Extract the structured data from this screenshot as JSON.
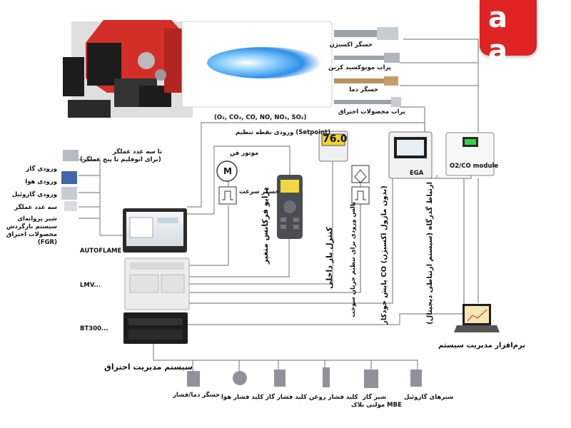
{
  "logo": {
    "letters": "a a"
  },
  "burner_outputs": {
    "oxygen_sensor": "حسگر اکسیژن",
    "co_probe": "پراب مونوکسید کربن",
    "temp_sensor": "حسگر دما",
    "flue_probe": "پراب محصولات احتراق"
  },
  "gas_formula": "(O₂, CO₂, CO, NO, NO₂, SO₂)",
  "setpoint_input": "ورودی نقطه تنظیم (Setpoint)",
  "setpoint_display": "76.0",
  "fan_motor": "موتور فن",
  "motor_symbol": "M",
  "speed_sensor": "حسگر سرعت",
  "ega_label": "EGA",
  "o2co_module": "O2/CO module",
  "actuators": {
    "title": "تا سه عدد عملگر",
    "subtitle": "(برای انوفلیم تا پنج عملگر)",
    "items": [
      "ورودی گاز",
      "ورودی هوا",
      "ورودی گازوئیل",
      "سه عدد عملگر"
    ],
    "fgr": [
      "شیر پروانه‌ای",
      "سیستم بازگردش",
      "محصولات احتراق",
      "(FGR)"
    ]
  },
  "controllers": [
    "AUTOFLAME",
    "LMV...",
    "BT300..."
  ],
  "vertical_labels": {
    "vfd": "درایو فرکانس متغیر",
    "internal_load": "کنترل بار داخلی",
    "fuel_flow": "پالس ورودی برای تنظیم جریان سوخت",
    "co_trim": "پایش خودکار CO (بدون ماژول اکسیژن)",
    "comm": "ارتباط گذرگاه (سیستم ارتباطی دیجیتال)"
  },
  "software": "نرم‌افزار مدیریت سیستم",
  "cms_title": "سیستم مدیریت احتراق",
  "bottom_devices": [
    {
      "label": "حسگر دما/فشار",
      "icon": "temp-pressure-sensor-icon"
    },
    {
      "label": "کلید فشار هوا",
      "icon": "air-pressure-switch-icon"
    },
    {
      "label": "کلید فشار گاز",
      "icon": "gas-pressure-switch-icon"
    },
    {
      "label": "کلید فشار روغن",
      "icon": "oil-pressure-switch-icon"
    },
    {
      "label": "شیر گاز",
      "label2": "مولتی بلاک MBE",
      "icon": "gas-valve-icon"
    },
    {
      "label": "شیرهای گازوئیل",
      "icon": "oil-valve-icon"
    }
  ],
  "colors": {
    "burner_red": "#d42e28",
    "logo_red": "#e02323",
    "line": "#8a8a8a",
    "flame": "#3aa6ff"
  }
}
